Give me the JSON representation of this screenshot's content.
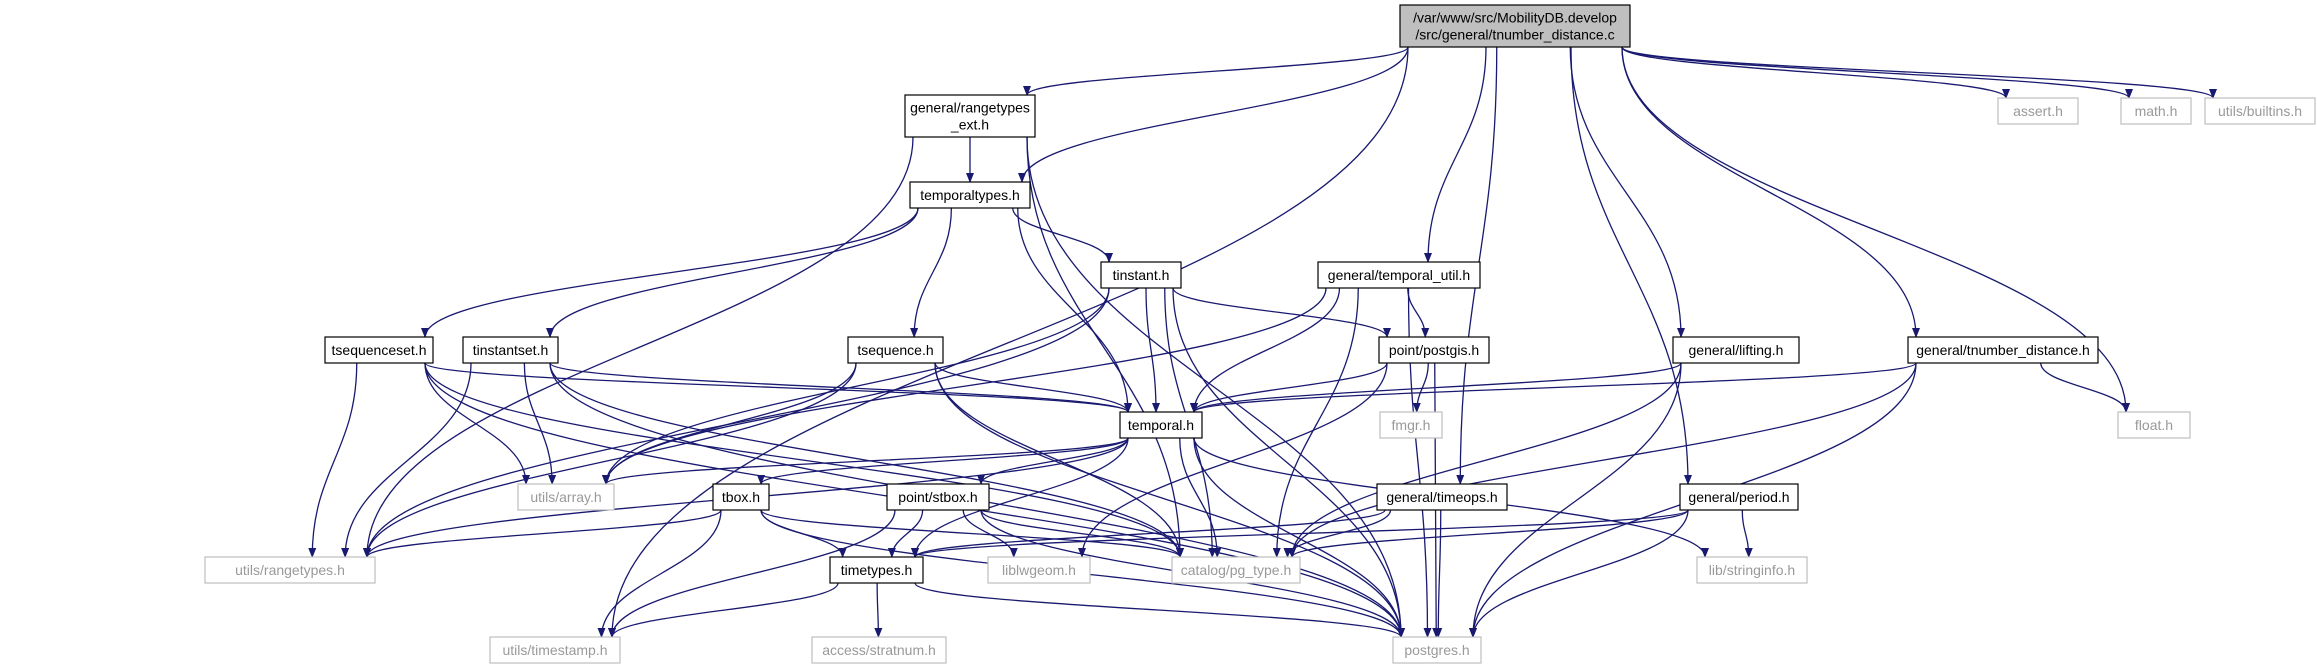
{
  "graph": {
    "edge_color": "#191970",
    "nodes": [
      {
        "id": "root",
        "lines": [
          "/var/www/src/MobilityDB.develop",
          "/src/general/tnumber_distance.c"
        ],
        "kind": "root"
      },
      {
        "id": "rangetypes_ext",
        "lines": [
          "general/rangetypes",
          "_ext.h"
        ],
        "kind": "local"
      },
      {
        "id": "assert",
        "lines": [
          "assert.h"
        ],
        "kind": "sys"
      },
      {
        "id": "math",
        "lines": [
          "math.h"
        ],
        "kind": "sys"
      },
      {
        "id": "builtins",
        "lines": [
          "utils/builtins.h"
        ],
        "kind": "sys"
      },
      {
        "id": "temporaltypes",
        "lines": [
          "temporaltypes.h"
        ],
        "kind": "local"
      },
      {
        "id": "tinstant",
        "lines": [
          "tinstant.h"
        ],
        "kind": "local"
      },
      {
        "id": "temporal_util",
        "lines": [
          "general/temporal_util.h"
        ],
        "kind": "local"
      },
      {
        "id": "tsequenceset",
        "lines": [
          "tsequenceset.h"
        ],
        "kind": "local"
      },
      {
        "id": "tinstantset",
        "lines": [
          "tinstantset.h"
        ],
        "kind": "local"
      },
      {
        "id": "tsequence",
        "lines": [
          "tsequence.h"
        ],
        "kind": "local"
      },
      {
        "id": "postgis",
        "lines": [
          "point/postgis.h"
        ],
        "kind": "local"
      },
      {
        "id": "lifting",
        "lines": [
          "general/lifting.h"
        ],
        "kind": "local"
      },
      {
        "id": "tnumber_distance",
        "lines": [
          "general/tnumber_distance.h"
        ],
        "kind": "local"
      },
      {
        "id": "float",
        "lines": [
          "float.h"
        ],
        "kind": "sys"
      },
      {
        "id": "fmgr",
        "lines": [
          "fmgr.h"
        ],
        "kind": "sys"
      },
      {
        "id": "temporal",
        "lines": [
          "temporal.h"
        ],
        "kind": "local"
      },
      {
        "id": "array",
        "lines": [
          "utils/array.h"
        ],
        "kind": "sys"
      },
      {
        "id": "tbox",
        "lines": [
          "tbox.h"
        ],
        "kind": "local"
      },
      {
        "id": "stbox",
        "lines": [
          "point/stbox.h"
        ],
        "kind": "local"
      },
      {
        "id": "timeops",
        "lines": [
          "general/timeops.h"
        ],
        "kind": "local"
      },
      {
        "id": "period",
        "lines": [
          "general/period.h"
        ],
        "kind": "local"
      },
      {
        "id": "rangetypes",
        "lines": [
          "utils/rangetypes.h"
        ],
        "kind": "sys"
      },
      {
        "id": "timetypes",
        "lines": [
          "timetypes.h"
        ],
        "kind": "local"
      },
      {
        "id": "liblwgeom",
        "lines": [
          "liblwgeom.h"
        ],
        "kind": "sys"
      },
      {
        "id": "pg_type",
        "lines": [
          "catalog/pg_type.h"
        ],
        "kind": "sys"
      },
      {
        "id": "stringinfo",
        "lines": [
          "lib/stringinfo.h"
        ],
        "kind": "sys"
      },
      {
        "id": "timestamp",
        "lines": [
          "utils/timestamp.h"
        ],
        "kind": "sys"
      },
      {
        "id": "stratnum",
        "lines": [
          "access/stratnum.h"
        ],
        "kind": "sys"
      },
      {
        "id": "postgres",
        "lines": [
          "postgres.h"
        ],
        "kind": "sys"
      }
    ],
    "edges": [
      [
        "root",
        "rangetypes_ext"
      ],
      [
        "root",
        "assert"
      ],
      [
        "root",
        "math"
      ],
      [
        "root",
        "builtins"
      ],
      [
        "root",
        "temporaltypes"
      ],
      [
        "root",
        "temporal_util"
      ],
      [
        "root",
        "timeops"
      ],
      [
        "root",
        "period"
      ],
      [
        "root",
        "lifting"
      ],
      [
        "root",
        "tnumber_distance"
      ],
      [
        "root",
        "float"
      ],
      [
        "root",
        "timestamp"
      ],
      [
        "rangetypes_ext",
        "temporaltypes"
      ],
      [
        "rangetypes_ext",
        "rangetypes"
      ],
      [
        "rangetypes_ext",
        "pg_type"
      ],
      [
        "rangetypes_ext",
        "postgres"
      ],
      [
        "temporaltypes",
        "tinstant"
      ],
      [
        "temporaltypes",
        "tsequenceset"
      ],
      [
        "temporaltypes",
        "tinstantset"
      ],
      [
        "temporaltypes",
        "tsequence"
      ],
      [
        "temporaltypes",
        "temporal"
      ],
      [
        "tinstant",
        "temporal"
      ],
      [
        "tinstant",
        "postgis"
      ],
      [
        "tinstant",
        "pg_type"
      ],
      [
        "tinstant",
        "array"
      ],
      [
        "tinstant",
        "rangetypes"
      ],
      [
        "tinstant",
        "postgres"
      ],
      [
        "temporal_util",
        "temporal"
      ],
      [
        "temporal_util",
        "postgis"
      ],
      [
        "temporal_util",
        "pg_type"
      ],
      [
        "temporal_util",
        "array"
      ],
      [
        "temporal_util",
        "postgres"
      ],
      [
        "tsequenceset",
        "temporal"
      ],
      [
        "tsequenceset",
        "array"
      ],
      [
        "tsequenceset",
        "rangetypes"
      ],
      [
        "tsequenceset",
        "pg_type"
      ],
      [
        "tsequenceset",
        "postgres"
      ],
      [
        "tinstantset",
        "temporal"
      ],
      [
        "tinstantset",
        "array"
      ],
      [
        "tinstantset",
        "rangetypes"
      ],
      [
        "tinstantset",
        "pg_type"
      ],
      [
        "tinstantset",
        "postgres"
      ],
      [
        "tsequence",
        "temporal"
      ],
      [
        "tsequence",
        "array"
      ],
      [
        "tsequence",
        "rangetypes"
      ],
      [
        "tsequence",
        "pg_type"
      ],
      [
        "tsequence",
        "postgres"
      ],
      [
        "postgis",
        "temporal"
      ],
      [
        "postgis",
        "fmgr"
      ],
      [
        "postgis",
        "liblwgeom"
      ],
      [
        "postgis",
        "postgres"
      ],
      [
        "lifting",
        "temporal"
      ],
      [
        "lifting",
        "pg_type"
      ],
      [
        "lifting",
        "postgres"
      ],
      [
        "tnumber_distance",
        "temporal"
      ],
      [
        "tnumber_distance",
        "float"
      ],
      [
        "tnumber_distance",
        "pg_type"
      ],
      [
        "tnumber_distance",
        "postgres"
      ],
      [
        "temporal",
        "tbox"
      ],
      [
        "temporal",
        "stbox"
      ],
      [
        "temporal",
        "array"
      ],
      [
        "temporal",
        "rangetypes"
      ],
      [
        "temporal",
        "timetypes"
      ],
      [
        "temporal",
        "pg_type"
      ],
      [
        "temporal",
        "stringinfo"
      ],
      [
        "temporal",
        "postgres"
      ],
      [
        "tbox",
        "timetypes"
      ],
      [
        "tbox",
        "rangetypes"
      ],
      [
        "tbox",
        "pg_type"
      ],
      [
        "tbox",
        "timestamp"
      ],
      [
        "tbox",
        "postgres"
      ],
      [
        "stbox",
        "timetypes"
      ],
      [
        "stbox",
        "liblwgeom"
      ],
      [
        "stbox",
        "pg_type"
      ],
      [
        "stbox",
        "timestamp"
      ],
      [
        "stbox",
        "postgres"
      ],
      [
        "timeops",
        "timetypes"
      ],
      [
        "timeops",
        "pg_type"
      ],
      [
        "timeops",
        "postgres"
      ],
      [
        "period",
        "timetypes"
      ],
      [
        "period",
        "pg_type"
      ],
      [
        "period",
        "stringinfo"
      ],
      [
        "period",
        "postgres"
      ],
      [
        "timetypes",
        "stratnum"
      ],
      [
        "timetypes",
        "timestamp"
      ],
      [
        "timetypes",
        "postgres"
      ]
    ]
  }
}
